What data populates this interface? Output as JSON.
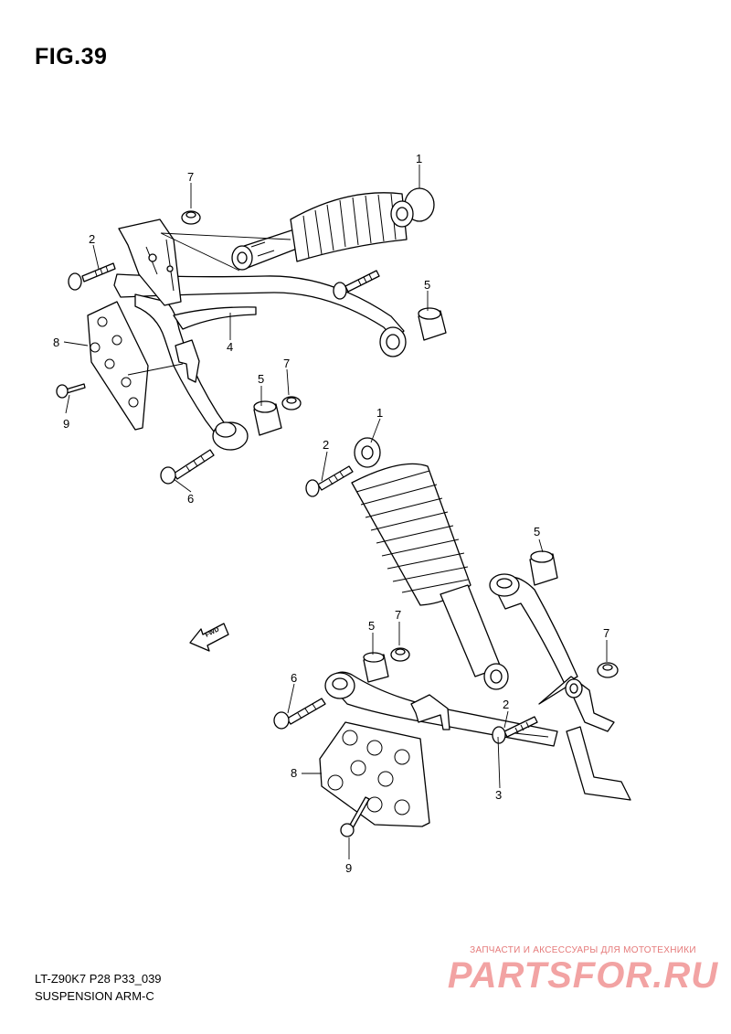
{
  "figure": {
    "title": "FIG.39"
  },
  "footer": {
    "model_code": "LT-Z90K7 P28 P33_039",
    "section_name": "SUSPENSION ARM-C"
  },
  "watermark": {
    "tagline": "ЗАПЧАСТИ И АКСЕССУАРЫ ДЛЯ МОТОТЕХНИКИ",
    "brand": "PARTSFOR.RU"
  },
  "fwd_label": "FWD",
  "callouts": {
    "upper_shock": "1",
    "upper_bolt": "2",
    "upper_nut": "7",
    "upper_bushing_right": "5",
    "upper_arm": "4",
    "upper_footplate": "8",
    "upper_screw": "9",
    "upper_bushing_left": "5",
    "upper_nut_left": "7",
    "upper_bolt_long": "6",
    "lower_shock": "1",
    "lower_bolt": "2",
    "lower_bushing_right": "5",
    "lower_nut_right": "7",
    "lower_bushing_left": "5",
    "lower_nut_left": "7",
    "lower_bolt_long": "6",
    "lower_bolt_arm": "2",
    "lower_footplate": "8",
    "lower_arm": "3",
    "lower_screw": "9"
  },
  "colors": {
    "line": "#000000",
    "background": "#ffffff",
    "watermark_red": "#e57a7a"
  }
}
